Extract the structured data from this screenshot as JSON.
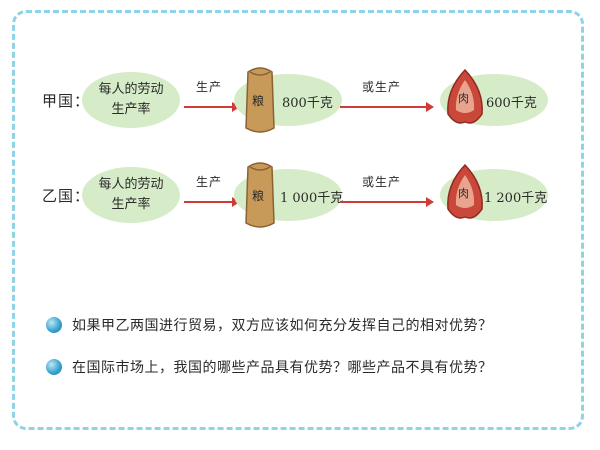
{
  "rows": [
    {
      "country": "甲国：",
      "rate_label": "每人的劳动\n生产率",
      "produce_label": "生产",
      "grain_char": "粮",
      "grain_amount": "800千克",
      "alt_label": "或生产",
      "meat_char": "肉",
      "meat_amount": "600千克"
    },
    {
      "country": "乙国：",
      "rate_label": "每人的劳动\n生产率",
      "produce_label": "生产",
      "grain_char": "粮",
      "grain_amount": "1 000千克",
      "alt_label": "或生产",
      "meat_char": "肉",
      "meat_amount": "1 200千克"
    }
  ],
  "questions": [
    "如果甲乙两国进行贸易，双方应该如何充分发挥自己的相对优势？",
    "在国际市场上，我国的哪些产品具有优势？哪些产品不具有优势？"
  ],
  "colors": {
    "border": "#8fd3e6",
    "ellipse": "#d6ecc8",
    "arrow": "#d23a3a",
    "sack": "#c89a5a",
    "meat": "#c9483a"
  }
}
